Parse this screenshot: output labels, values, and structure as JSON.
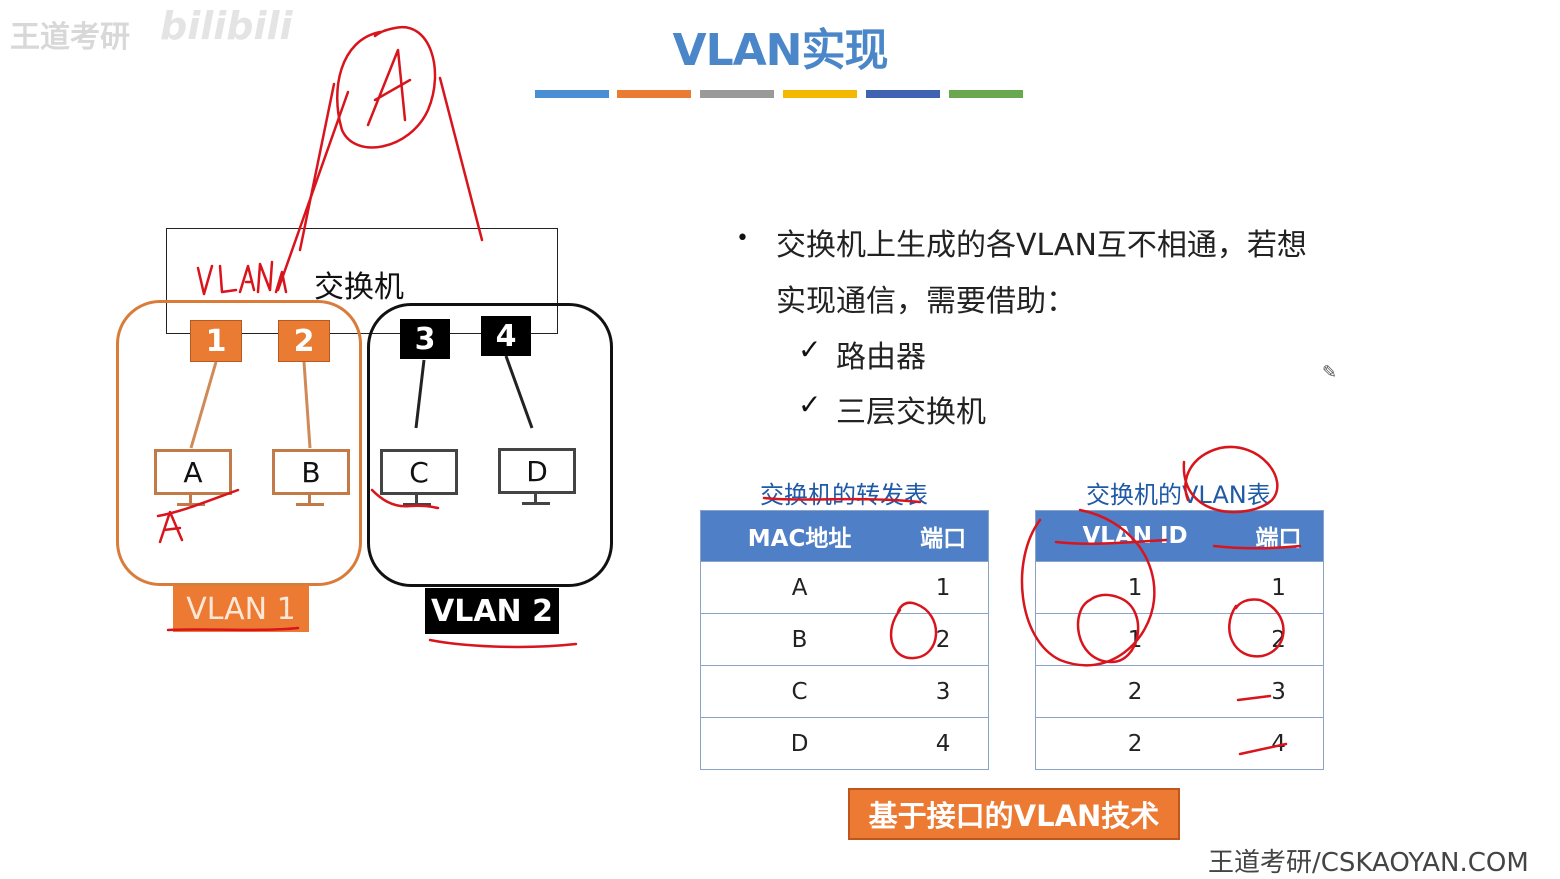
{
  "watermark_text": "王道考研",
  "bili_logo_text": "bilibili",
  "title": "VLAN实现",
  "colors": {
    "bars": [
      "#4a8fd4",
      "#ea7b33",
      "#9a9a9a",
      "#f5b800",
      "#3f62b3",
      "#6aa84f"
    ],
    "accent_orange": "#ec7a33",
    "header_blue": "#4f7fc6",
    "annotation_red": "#d8141c"
  },
  "switch_label": "交换机",
  "ports": [
    "1",
    "2",
    "3",
    "4"
  ],
  "hosts": [
    "A",
    "B",
    "C",
    "D"
  ],
  "vlan_tags": [
    "VLAN 1",
    "VLAN 2"
  ],
  "bullet": {
    "line1": "交换机上生成的各VLAN互不相通，若想",
    "line2": "实现通信，需要借助：",
    "options": [
      "路由器",
      "三层交换机"
    ]
  },
  "forwarding_table": {
    "caption": "交换机的转发表",
    "headers": [
      "MAC地址",
      "端口"
    ],
    "rows": [
      [
        "A",
        "1"
      ],
      [
        "B",
        "2"
      ],
      [
        "C",
        "3"
      ],
      [
        "D",
        "4"
      ]
    ]
  },
  "vlan_table": {
    "caption": "交换机的VLAN表",
    "headers": [
      "VLAN ID",
      "端口"
    ],
    "rows": [
      [
        "1",
        "1"
      ],
      [
        "1",
        "2"
      ],
      [
        "2",
        "3"
      ],
      [
        "2",
        "4"
      ]
    ]
  },
  "tech_badge": "基于接口的VLAN技术",
  "footer_watermark": "王道考研/CSKAOYAN.COM",
  "handwriting": {
    "vlan_note": "VLAN1",
    "host_note": "A"
  }
}
